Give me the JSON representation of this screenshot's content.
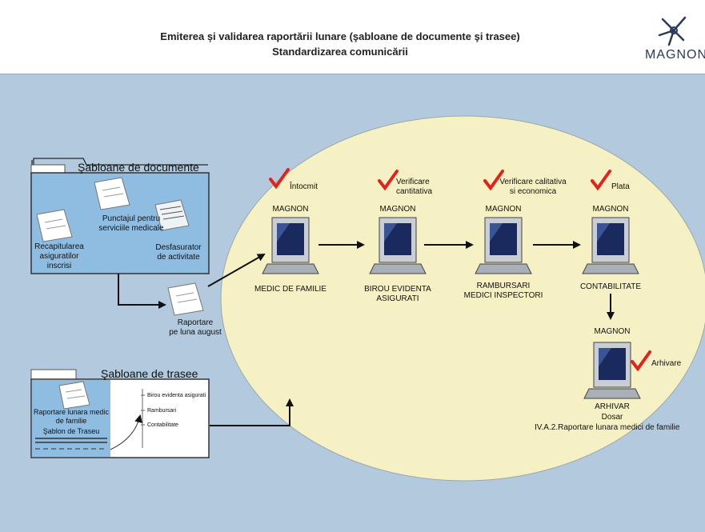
{
  "title": {
    "line1": "Emiterea și validarea raportării lunare (şabloane de documente şi trasee)",
    "line2": "Standardizarea comunicării"
  },
  "logo": {
    "text": "MAGNON"
  },
  "doc_templates": {
    "title": "Şabloane de documente",
    "punctajul": "Punctajul pentru",
    "punctajul2": "serviciile medicale",
    "recap1": "Recapitularea",
    "recap2": "asiguratilor",
    "recap3": "inscrisi",
    "desf1": "Desfasurator",
    "desf2": "de activitate"
  },
  "report": {
    "line1": "Raportare",
    "line2": "pe luna august"
  },
  "route_templates": {
    "title": "Şabloane de trasee",
    "card1": "Raportare lunara medic",
    "card2": "de familie",
    "card3": "Şablon de Traseu",
    "step1": "Birou evidenta asigurati",
    "step2": "Rambursari",
    "step3": "Contabilitate"
  },
  "stations": {
    "medic": {
      "check": "Întocmit",
      "brand": "MAGNON",
      "label": "MEDIC DE FAMILIE"
    },
    "birou": {
      "check1": "Verificare",
      "check2": "cantitativa",
      "brand": "MAGNON",
      "label1": "BIROU EVIDENTA",
      "label2": "ASIGURATI"
    },
    "ramb": {
      "check1": "Verificare calitativa",
      "check2": "si economica",
      "brand": "MAGNON",
      "label1": "RAMBURSARI",
      "label2": "MEDICI INSPECTORI"
    },
    "contab": {
      "check": "Plata",
      "brand": "MAGNON",
      "label": "CONTABILITATE"
    },
    "arhiv": {
      "check": "Arhivare",
      "brand": "MAGNON",
      "label": "ARHIVAR",
      "dosar": "Dosar",
      "dosar_name": "IV.A.2.Raportare lunara medici de familie"
    }
  },
  "colors": {
    "background": "#b3c9dd",
    "ellipse": "#f6f1c4",
    "folder": "#8fbde2",
    "check": "#e3231b"
  }
}
